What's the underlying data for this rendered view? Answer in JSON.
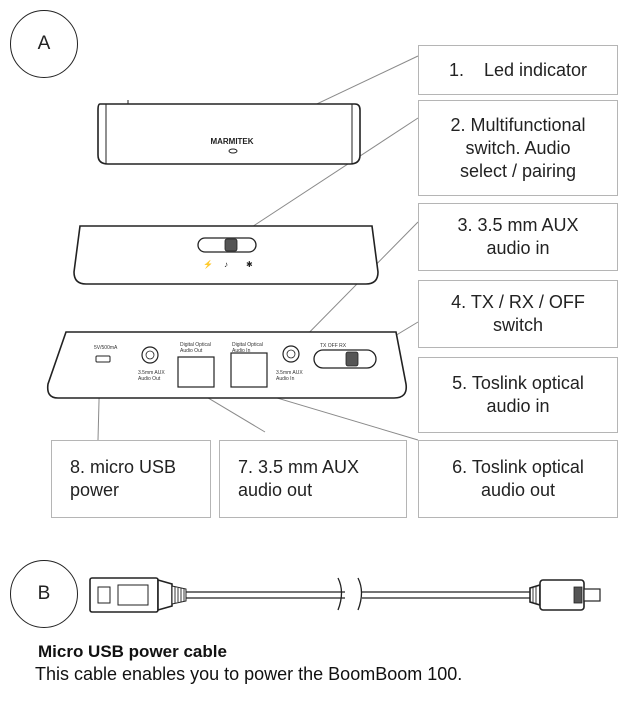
{
  "section_a_label": "A",
  "section_b_label": "B",
  "device_brand": "MARMITEK",
  "rear_panel_labels": {
    "usb": "5V/500mA",
    "aux_out": "3.5mm AUX\nAudio Out",
    "optical_out": "Digital Optical\nAudio Out",
    "optical_in": "Digital Optical\nAudio In",
    "aux_in": "3.5mm AUX\nAudio In",
    "switch": "TX OFF RX"
  },
  "callouts": [
    {
      "number": "1.",
      "text": "Led indicator"
    },
    {
      "number": "2.",
      "text": "Multifunctional\nswitch. Audio\nselect / pairing"
    },
    {
      "number": "3.",
      "text": "3.5 mm AUX\naudio in"
    },
    {
      "number": "4.",
      "text": "TX / RX / OFF\nswitch"
    },
    {
      "number": "5.",
      "text": "Toslink optical\naudio in"
    },
    {
      "number": "6.",
      "text": "Toslink optical\naudio out"
    },
    {
      "number": "7.",
      "text": "3.5 mm AUX\naudio out"
    },
    {
      "number": "8.",
      "text": "micro USB\npower"
    }
  ],
  "caption": {
    "title": "Micro USB power cable",
    "text": "This cable enables you to power the BoomBoom 100."
  }
}
